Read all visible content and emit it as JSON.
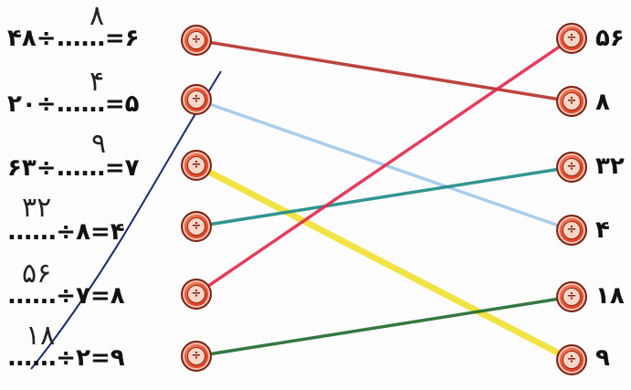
{
  "left_rows": [
    {
      "dividend": "۴۸",
      "op": "÷",
      "blank": "......",
      "eq": "=",
      "result": "۶",
      "handwritten": "۸"
    },
    {
      "dividend": "۲۰",
      "op": "÷",
      "blank": "......",
      "eq": "=",
      "result": "۵",
      "handwritten": "۴"
    },
    {
      "dividend": "۶۳",
      "op": "÷",
      "blank": "......",
      "eq": "=",
      "result": "۷",
      "handwritten": "۹"
    },
    {
      "dividend": "",
      "op": "÷",
      "blank": "......",
      "eq": "=",
      "result": "۴",
      "divisor": "۸",
      "handwritten": "۳۲"
    },
    {
      "dividend": "",
      "op": "÷",
      "blank": "......",
      "eq": "=",
      "result": "۸",
      "divisor": "۷",
      "handwritten": "۵۶"
    },
    {
      "dividend": "",
      "op": "÷",
      "blank": "......",
      "eq": "=",
      "result": "۹",
      "divisor": "۲",
      "handwritten": "۱۸"
    }
  ],
  "right_answers": [
    "۵۶",
    "۸",
    "۳۲",
    "۴",
    "۱۸",
    "۹"
  ],
  "knob_symbol": "÷",
  "connections": [
    {
      "from": 0,
      "to": 1,
      "color": "#b5302a"
    },
    {
      "from": 1,
      "to": 3,
      "color": "#9cc4ea"
    },
    {
      "from": 2,
      "to": 5,
      "color": "#f0e130"
    },
    {
      "from": 3,
      "to": 2,
      "color": "#1c8a86"
    },
    {
      "from": 4,
      "to": 0,
      "color": "#e0294f"
    },
    {
      "from": 5,
      "to": 4,
      "color": "#1f6a2e"
    }
  ],
  "colors": {
    "knob": "#e8492b",
    "pen": "#1b2a6b"
  }
}
